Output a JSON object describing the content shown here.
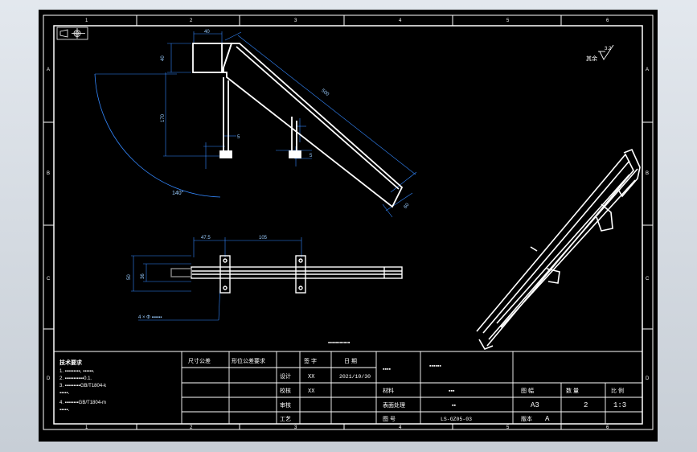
{
  "border": {
    "top_numbers": [
      "1",
      "2",
      "3",
      "4",
      "5",
      "6"
    ],
    "bottom_numbers": [
      "1",
      "2",
      "3",
      "4",
      "5",
      "6"
    ],
    "left_letters": [
      "A",
      "B",
      "C",
      "D"
    ],
    "right_letters": [
      "A",
      "B",
      "C",
      "D"
    ]
  },
  "dims": {
    "d1": "40",
    "d2": "40",
    "d3": "170",
    "d4": "5",
    "d5": "500",
    "d6": "60",
    "d7": "5",
    "angle": "140°",
    "d8": "47.5",
    "d9": "105",
    "d10": "50",
    "d11": "36",
    "hole_note": "4 × Φ  ▪▪▪▪▪▪"
  },
  "roughness": {
    "prefix": "其余",
    "value": "3.2"
  },
  "title_above": "▪▪▪▪▪▪▪▪▪▪▪",
  "notes": {
    "heading": "技术要求",
    "lines": [
      "1. ▪▪▪▪▪▪▪▪▪, ▪▪▪▪▪▪.",
      "2. ▪▪▪▪▪▪▪▪▪▪▪0.1.",
      "3. ▪▪▪▪▪▪▪▪▪GB/T1804-k",
      "   ▪▪▪▪▪.",
      "4. ▪▪▪▪▪▪▪▪GB/T1804-m",
      "   ▪▪▪▪▪."
    ]
  },
  "title_block": {
    "col_headers": [
      "尺寸公差",
      "形位公差要求",
      "签  字",
      "日  期"
    ],
    "design_label": "设计",
    "design_sign": "XX",
    "design_date": "2021/10/30",
    "check_label": "校核",
    "check_sign": "XX",
    "approve_label": "审核",
    "craft_label": "工艺",
    "company_label": "▪▪▪▪",
    "part_name": "▪▪▪▪▪▪",
    "material_label": "材料",
    "material_value": "▪▪▪",
    "surface_label": "表面处理",
    "surface_value": "▪▪",
    "drawing_no_label": "图  号",
    "drawing_no": "LS-GZ05-03",
    "version_label": "版本",
    "version": "A",
    "size_label": "图 幅",
    "size": "A3",
    "qty_label": "数 量",
    "qty": "2",
    "scale_label": "比 例",
    "scale": "1:3"
  }
}
